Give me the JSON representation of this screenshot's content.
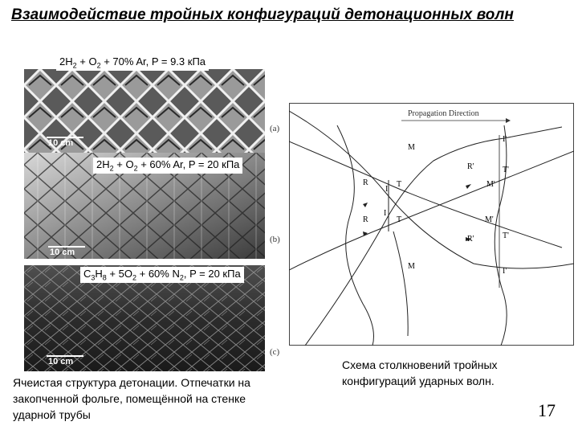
{
  "title": "Взаимодействие тройных конфигураций детонационных волн",
  "photos": [
    {
      "caption_parts": [
        "2H",
        "2",
        " + O",
        "2",
        " + 70% Ar,  P = 9.3 кПа"
      ],
      "scale": "10 cm",
      "label": "(a)"
    },
    {
      "caption_parts": [
        "2H",
        "2",
        " + O",
        "2",
        " + 60% Ar,  P = 20 кПа"
      ],
      "scale": "10 cm",
      "label": "(b)"
    },
    {
      "caption_parts": [
        "C",
        "3",
        "H",
        "8",
        " + 5O",
        "2",
        " + 60% N",
        "2",
        ",  P = 20 кПа"
      ],
      "scale": "10 cm",
      "label": "(c)"
    }
  ],
  "left_description_lines": [
    "Ячеистая структура детонации. Отпечатки на",
    "закопченной фольге, помещённой на стенке",
    "ударной трубы"
  ],
  "diagram": {
    "propagation": "Propagation Direction",
    "labels": {
      "M_top": "M",
      "M_bottom": "M",
      "I_prime_top": "I'",
      "R_prime_top": "R'",
      "T_prime_top": "T'",
      "M_prime_top": "M'",
      "R_top": "R",
      "I_top": "I",
      "T_top": "T",
      "R_bottom": "R",
      "I_bottom": "I",
      "T_bottom": "T",
      "M_prime_bottom": "M'",
      "R_prime_bottom": "R'",
      "T_prime_bottom": "T'",
      "I_prime_bottom": "I'"
    }
  },
  "right_description_lines": [
    "Схема столкновений тройных",
    "конфигураций ударных волн."
  ],
  "page_number": "17"
}
